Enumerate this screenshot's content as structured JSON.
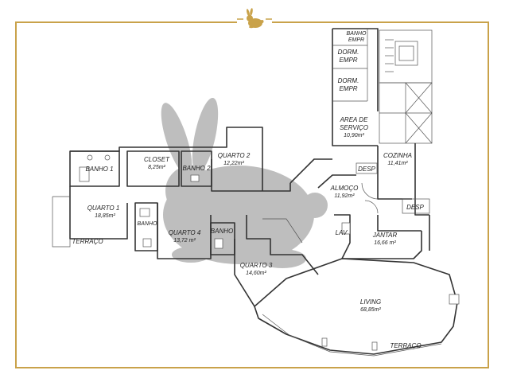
{
  "colors": {
    "frame": "#c9a24a",
    "logo": "#c9a24a",
    "walls": "#333333",
    "watermark": "#b3b3b3"
  },
  "logo": {
    "icon": "rabbit-icon"
  },
  "watermark": {
    "icon": "rabbit-silhouette-icon"
  },
  "rooms": {
    "banho_empr": {
      "line1": "BANHO",
      "line2": "EMPR"
    },
    "dorm_empr_1": {
      "line1": "DORM.",
      "line2": "EMPR"
    },
    "dorm_empr_2": {
      "line1": "DORM.",
      "line2": "EMPR"
    },
    "area_servico": {
      "line1": "AREA DE",
      "line2": "SERVIÇO",
      "area": "10,90m²"
    },
    "cozinha": {
      "name": "COZINHA",
      "area": "11,41m²"
    },
    "desp_1": {
      "name": "DESP"
    },
    "desp_2": {
      "name": "DESP"
    },
    "almoco": {
      "name": "ALMOÇO",
      "area": "11,92m²"
    },
    "jantar": {
      "name": "JANTAR",
      "area": "16,66 m²"
    },
    "lav": {
      "name": "LAV"
    },
    "living": {
      "name": "LIVING",
      "area": "68,85m²"
    },
    "terraco_1": {
      "name": "TERRAÇO"
    },
    "terraco_2": {
      "name": "TERRAÇO"
    },
    "banho_1": {
      "name": "BANHO 1"
    },
    "closet": {
      "name": "CLOSET",
      "area": "8,25m²"
    },
    "banho_2": {
      "name": "BANHO 2"
    },
    "quarto_2": {
      "name": "QUARTO 2",
      "area": "12,22m²"
    },
    "quarto_1": {
      "name": "QUARTO 1",
      "area": "18,85m²"
    },
    "banho_3": {
      "name": "BANHO"
    },
    "quarto_4": {
      "name": "QUARTO 4",
      "area": "13,72 m²"
    },
    "banho_4": {
      "name": "BANHO"
    },
    "quarto_3": {
      "name": "QUARTO 3",
      "area": "14,60m²"
    }
  }
}
